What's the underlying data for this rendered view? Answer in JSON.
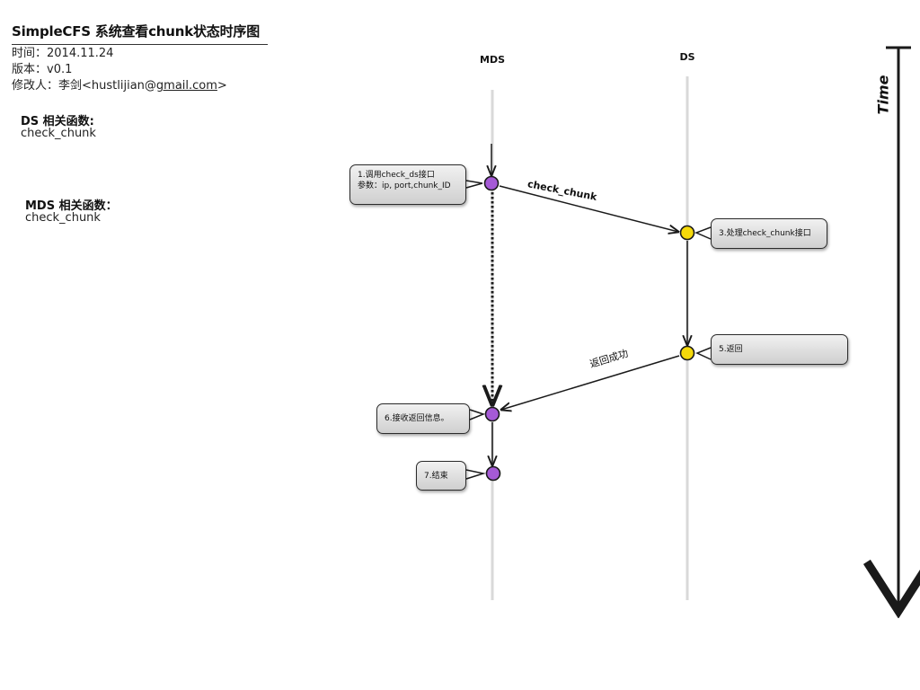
{
  "header": {
    "title": "SimpleCFS 系统查看chunk状态时序图",
    "time_line": "时间：2014.11.24",
    "version_line": "版本：v0.1",
    "modifier_prefix": "修改人：李剑<hustlijian@",
    "modifier_link": "gmail.com",
    "modifier_suffix": ">"
  },
  "functions": {
    "ds_heading": "DS 相关函数:",
    "ds_items": [
      "check_chunk"
    ],
    "mds_heading": "MDS 相关函数：",
    "mds_items": [
      "check_chunk"
    ]
  },
  "lanes": {
    "mds": "MDS",
    "ds": "DS"
  },
  "time_axis": {
    "label": "Time"
  },
  "steps": [
    {
      "id": "step1",
      "lines": [
        "1.调用check_ds接口",
        "参数：ip, port,chunk_ID"
      ]
    },
    {
      "id": "step3",
      "lines": [
        "3.处理check_chunk接口"
      ]
    },
    {
      "id": "step5",
      "lines": [
        "5.返回"
      ]
    },
    {
      "id": "step6",
      "lines": [
        "6.接收返回信息。"
      ]
    },
    {
      "id": "step7",
      "lines": [
        "7.结束"
      ]
    }
  ],
  "messages": {
    "request": "check_chunk",
    "response": "返回成功"
  },
  "colors": {
    "mds_node": "#a55ad6",
    "ds_node": "#f5d90a",
    "lane": "#d9d9d9",
    "ink": "#1a1a1a"
  }
}
